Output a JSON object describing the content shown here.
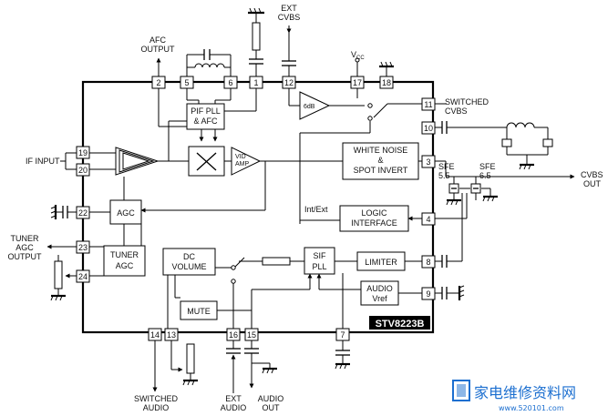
{
  "chip": {
    "name": "STV8223B"
  },
  "pins": {
    "p1": "1",
    "p2": "2",
    "p3": "3",
    "p4": "4",
    "p5": "5",
    "p6": "6",
    "p7": "7",
    "p8": "8",
    "p9": "9",
    "p10": "10",
    "p11": "11",
    "p12": "12",
    "p13": "13",
    "p14": "14",
    "p15": "15",
    "p16": "16",
    "p17": "17",
    "p18": "18",
    "p19": "19",
    "p20": "20",
    "p22": "22",
    "p23": "23",
    "p24": "24"
  },
  "blocks": {
    "pif_pll_line1": "PIF PLL",
    "pif_pll_line2": "& AFC",
    "vid_amp_line1": "VID",
    "vid_amp_line2": "AMP",
    "amp_6db": "6dB",
    "white_noise_line1": "WHITE NOISE",
    "white_noise_line2": "&",
    "white_noise_line3": "SPOT INVERT",
    "agc": "AGC",
    "logic_line1": "LOGIC",
    "logic_line2": "INTERFACE",
    "tuner_agc_line1": "TUNER",
    "tuner_agc_line2": "AGC",
    "dc_volume_line1": "DC",
    "dc_volume_line2": "VOLUME",
    "sif_pll_line1": "SIF",
    "sif_pll_line2": "PLL",
    "limiter": "LIMITER",
    "audio_vref_line1": "AUDIO",
    "audio_vref_line2": "Vref",
    "mute": "MUTE"
  },
  "labels": {
    "afc_output_line1": "AFC",
    "afc_output_line2": "OUTPUT",
    "ext_cvbs_line1": "EXT",
    "ext_cvbs_line2": "CVBS",
    "vcc": "V",
    "vcc_sub": "CC",
    "switched_cvbs_line1": "SWITCHED",
    "switched_cvbs_line2": "CVBS",
    "if_input": "IF INPUT",
    "sfe": "SFE",
    "sfe_55": "5.5",
    "sfe_65": "6.5",
    "cvbs_out_line1": "CVBS",
    "cvbs_out_line2": "OUT",
    "int_ext": "Int/Ext",
    "tuner_agc_out_line1": "TUNER",
    "tuner_agc_out_line2": "AGC",
    "tuner_agc_out_line3": "OUTPUT",
    "switched_audio_line1": "SWITCHED",
    "switched_audio_line2": "AUDIO",
    "ext_audio_line1": "EXT",
    "ext_audio_line2": "AUDIO",
    "audio_out_line1": "AUDIO",
    "audio_out_line2": "OUT"
  },
  "watermark": {
    "text": "家电维修资料网",
    "url": "www.520101.com"
  },
  "colors": {
    "ink": "#000000",
    "background": "#ffffff",
    "watermark": "#1c6fd0"
  }
}
